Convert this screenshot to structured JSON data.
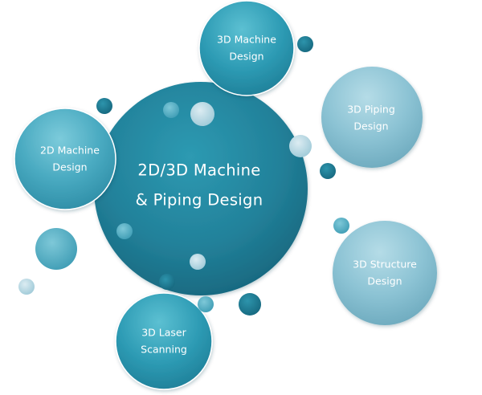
{
  "center": {
    "line1": "2D/3D Machine",
    "line2": "& Piping Design"
  },
  "nodes": {
    "machine_3d": {
      "line1": "3D Machine",
      "line2": "Design"
    },
    "piping_3d": {
      "line1": "3D Piping",
      "line2": "Design"
    },
    "machine_2d": {
      "line1": "2D Machine",
      "line2": "Design"
    },
    "structure_3d": {
      "line1": "3D Structure",
      "line2": "Design"
    },
    "laser_3d": {
      "line1": "3D Laser",
      "line2": "Scanning"
    }
  },
  "colors": {
    "teal_dark": "#1f6f86",
    "teal_mid": "#2a8fa8",
    "teal_light": "#5fb5c8",
    "pale_blue": "#8cc5d6",
    "pale_light": "#c8e0ea"
  }
}
